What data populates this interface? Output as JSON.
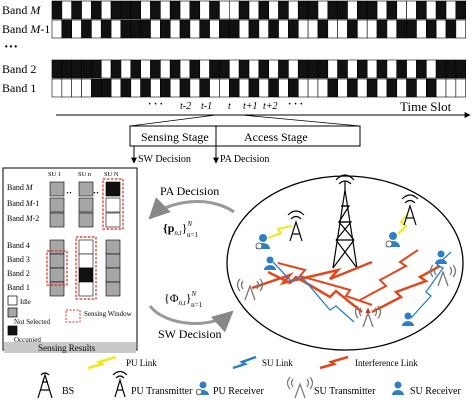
{
  "band_rows": [
    {
      "label_main": "Band ",
      "label_var": "M",
      "label_suffix": "",
      "cells": [
        1,
        0,
        1,
        0,
        1,
        0,
        1,
        1,
        1,
        0,
        1,
        0,
        1,
        0,
        1,
        0,
        1,
        0,
        0,
        1,
        0,
        1,
        0,
        1,
        0,
        1,
        1,
        0,
        1,
        1,
        0,
        1,
        1,
        0,
        1,
        0,
        0,
        1,
        0,
        1,
        0,
        1
      ]
    },
    {
      "label_main": "Band ",
      "label_var": "M",
      "label_suffix": "-1",
      "cells": [
        0,
        1,
        0,
        1,
        0,
        1,
        0,
        1,
        1,
        1,
        0,
        1,
        0,
        1,
        0,
        1,
        0,
        1,
        1,
        0,
        1,
        0,
        1,
        0,
        1,
        0,
        0,
        1,
        0,
        0,
        1,
        0,
        0,
        1,
        0,
        1,
        1,
        0,
        1,
        0,
        1,
        0
      ]
    },
    {
      "label_main": "Band 2",
      "label_var": "",
      "label_suffix": "",
      "cells": [
        1,
        1,
        1,
        1,
        1,
        0,
        1,
        0,
        1,
        0,
        1,
        0,
        1,
        0,
        1,
        0,
        1,
        1,
        0,
        1,
        0,
        1,
        0,
        1,
        0,
        1,
        1,
        1,
        0,
        1,
        0,
        1,
        0,
        1,
        0,
        1,
        0,
        1,
        0,
        1,
        1,
        1
      ]
    },
    {
      "label_main": "Band 1",
      "label_var": "",
      "label_suffix": "",
      "cells": [
        0,
        0,
        0,
        0,
        1,
        1,
        0,
        1,
        0,
        1,
        0,
        1,
        0,
        1,
        0,
        1,
        0,
        0,
        1,
        0,
        1,
        0,
        1,
        0,
        1,
        0,
        0,
        0,
        1,
        0,
        1,
        0,
        1,
        0,
        1,
        0,
        1,
        0,
        1,
        0,
        0,
        0
      ]
    }
  ],
  "band_dots": "···",
  "time_axis": {
    "dots_left": "· · ·",
    "ticks": [
      "t-2",
      "t-1",
      "t",
      "t+1",
      "t+2"
    ],
    "dots_right": "· · ·",
    "label": "Time Slot"
  },
  "stages": {
    "sensing": "Sensing Stage",
    "access": "Access Stage"
  },
  "decisions": {
    "sw": "SW Decision",
    "pa": "PA Decision"
  },
  "sensing_panel": {
    "su_headers": [
      "SU 1",
      "SU n",
      "SU N"
    ],
    "band_labels_top": [
      {
        "main": "Band ",
        "var": "M",
        "suffix": ""
      },
      {
        "main": "Band ",
        "var": "M",
        "suffix": "-1"
      },
      {
        "main": "Band ",
        "var": "M",
        "suffix": "-2"
      }
    ],
    "band_labels_bottom": [
      "Band 4",
      "Band 3",
      "Band 2",
      "Band 1"
    ],
    "legend": {
      "idle": "Idle",
      "not_selected": "Not Selected",
      "occupied": "Occupied",
      "window": "Sensing Window"
    },
    "title": "Sensing Results",
    "dots": "··"
  },
  "mid_labels": {
    "pa_decision": "PA Decision",
    "sw_decision": "SW Decision",
    "p_symbol": "{p",
    "p_sub": "n,t",
    "p_close": "}",
    "p_sup": "N",
    "p_lower": "n=1",
    "phi_symbol": "{Φ",
    "phi_sub": "n,t",
    "phi_close": "}",
    "phi_sup": "N",
    "phi_lower": "n=1"
  },
  "link_legend": {
    "pu_link": "PU Link",
    "su_link": "SU Link",
    "interference_link": "Interference Link"
  },
  "icon_legend": {
    "bs": "BS",
    "pu_tx": "PU Transmitter",
    "pu_rx": "PU Receiver",
    "su_tx": "SU Transmitter",
    "su_rx": "SU Receiver"
  },
  "colors": {
    "occupied": "#111111",
    "not_selected": "#a6a6a6",
    "window": "#e0281e",
    "pu_link": "#f2e81a",
    "su_link": "#2f7fc6",
    "interference": "#e1481e",
    "title_bar": "#c9c9c9"
  }
}
